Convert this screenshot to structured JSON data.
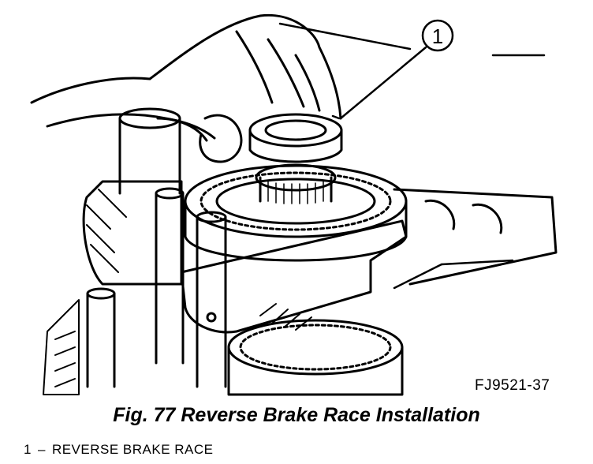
{
  "figure": {
    "figure_id": "FJ9521-37",
    "caption": "Fig. 77 Reverse Brake Race Installation"
  },
  "callouts": [
    {
      "number": "1",
      "label": "REVERSE BRAKE RACE"
    }
  ],
  "legend": [
    {
      "number": "1",
      "dash": "–",
      "label": "REVERSE BRAKE RACE"
    }
  ]
}
